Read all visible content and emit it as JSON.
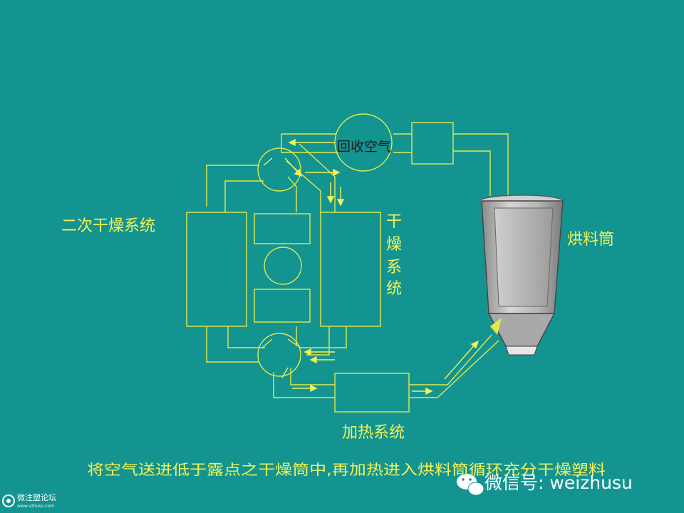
{
  "labels": {
    "recovery_air": "回收空气",
    "secondary_drying": "二次干燥系统",
    "drying_system_vertical": [
      "干",
      "燥",
      "系",
      "统"
    ],
    "hopper": "烘料筒",
    "heating_system": "加热系统"
  },
  "caption": "将空气送进低于露点之干燥筒中,再加热进入烘料筒循环充分干燥塑料",
  "watermark": {
    "text": "微信号: weizhusu",
    "icon": "wechat-icon"
  },
  "logo": {
    "name": "微注塑论坛",
    "url": "www.vzhusu.com",
    "icon": "forum-logo-icon"
  },
  "colors": {
    "background": "#149491",
    "line": "#e2e84a",
    "label": "#f2f25a",
    "hopper_body": "#bdbdbd"
  }
}
